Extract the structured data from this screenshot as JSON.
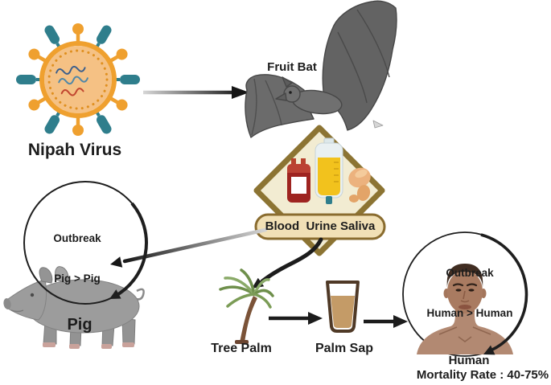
{
  "labels": {
    "virus": "Nipah Virus",
    "bat": "Fruit Bat",
    "transmission_pill": "Blood  Urine Saliva",
    "pig_outbreak_1": "Outbreak",
    "pig_outbreak_2": "Pig > Pig",
    "pig": "Pig",
    "tree_palm": "Tree Palm",
    "palm_sap": "Palm Sap",
    "human_outbreak_1": "Outbreak",
    "human_outbreak_2": "Human > Human",
    "human": "Human",
    "mortality_rate": "Mortality Rate : 40-75%"
  },
  "icons": {
    "virus": "nipah-virus-particle-icon",
    "bat": "fruit-bat-icon",
    "blood": "blood-bag-icon",
    "urine": "urine-bag-icon",
    "saliva": "saliva-gland-icon",
    "pig": "pig-icon",
    "palm": "palm-tree-icon",
    "sap": "palm-sap-glass-icon",
    "human": "human-bust-icon"
  },
  "colors": {
    "background": "#ffffff",
    "virus_orange": "#EFA02F",
    "virus_inner": "#F5C184",
    "spike_teal": "#2F7E8C",
    "rna_navy": "#3C5F8C",
    "rna_steel": "#4F87A8",
    "rna_red": "#C1452F",
    "shield_border": "#8C7433",
    "shield_fill": "#F2ECD2",
    "pill_fill": "#F1E0B6",
    "pill_border": "#8A6C2F",
    "arrow_black": "#1c1c1c",
    "pig_gray": "#9C9C9C",
    "palm_green": "#6E8F4B",
    "trunk_brown": "#7B5338",
    "sap_tan": "#C49B67",
    "glass_border": "#4F3926",
    "skin": "#A97B61",
    "chest_skin": "#B28972",
    "hair": "#402D22",
    "text": "#1d1d1d"
  }
}
